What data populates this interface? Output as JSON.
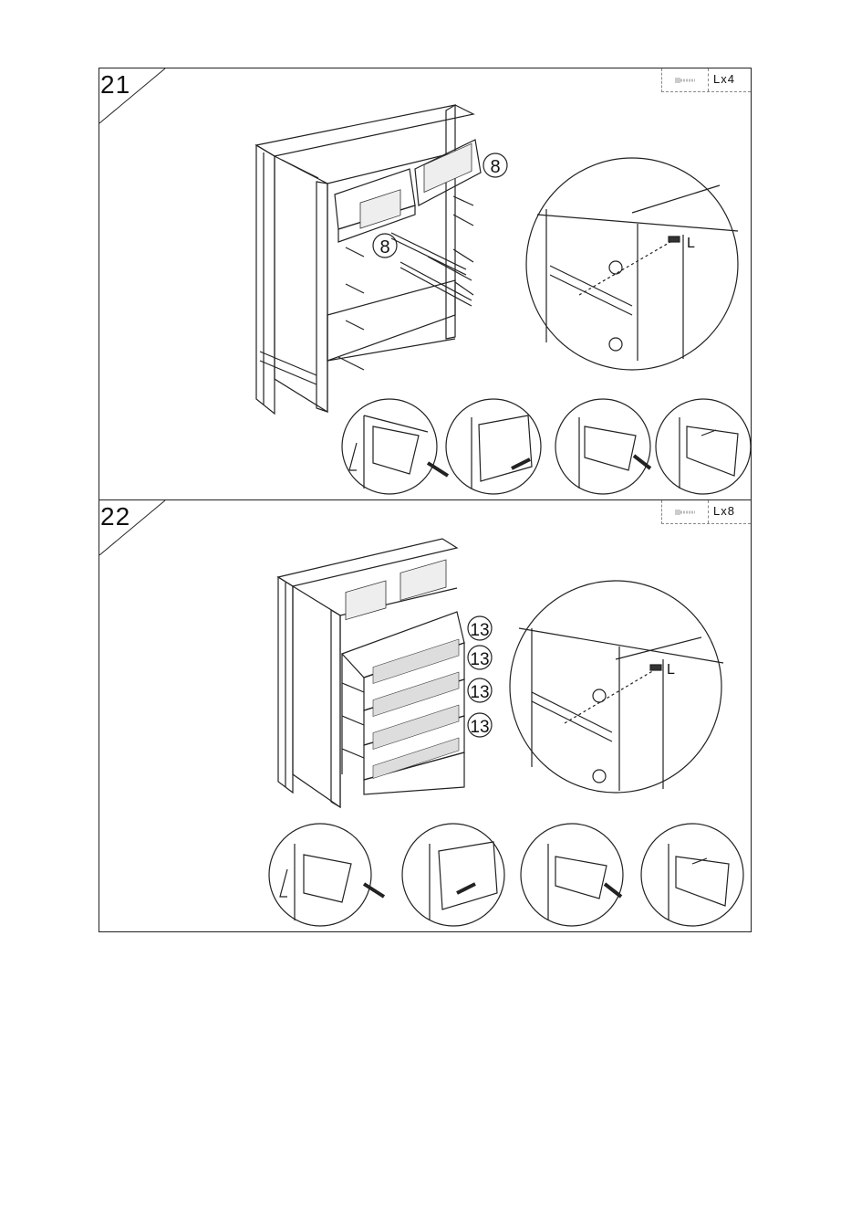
{
  "steps": [
    {
      "number": "21",
      "hardware": {
        "qty": "Lx4",
        "screw_icon": "screw-icon"
      },
      "part_labels": [
        "8",
        "8"
      ],
      "detail_label": "L"
    },
    {
      "number": "22",
      "hardware": {
        "qty": "Lx8",
        "screw_icon": "screw-icon"
      },
      "part_labels": [
        "13",
        "13",
        "13",
        "13"
      ],
      "detail_label": "L"
    }
  ]
}
